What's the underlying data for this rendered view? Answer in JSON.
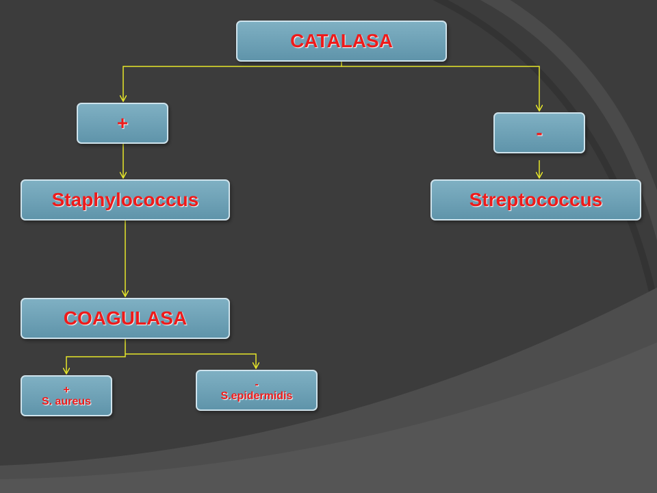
{
  "colors": {
    "background": "#3c3c3c",
    "node_fill": "#6fa3b8",
    "node_text": "#ee1b1b",
    "connector": "#e6e62a"
  },
  "nodes": {
    "catalasa": "CATALASA",
    "positive": "+",
    "negative": "-",
    "staphylococcus": "Staphylococcus",
    "streptococcus": "Streptococcus",
    "coagulasa": "COAGULASA",
    "coag_positive_sign": "+",
    "coag_positive_species": "S. aureus",
    "coag_negative_sign": "-",
    "coag_negative_species": "S.epidermidis"
  }
}
